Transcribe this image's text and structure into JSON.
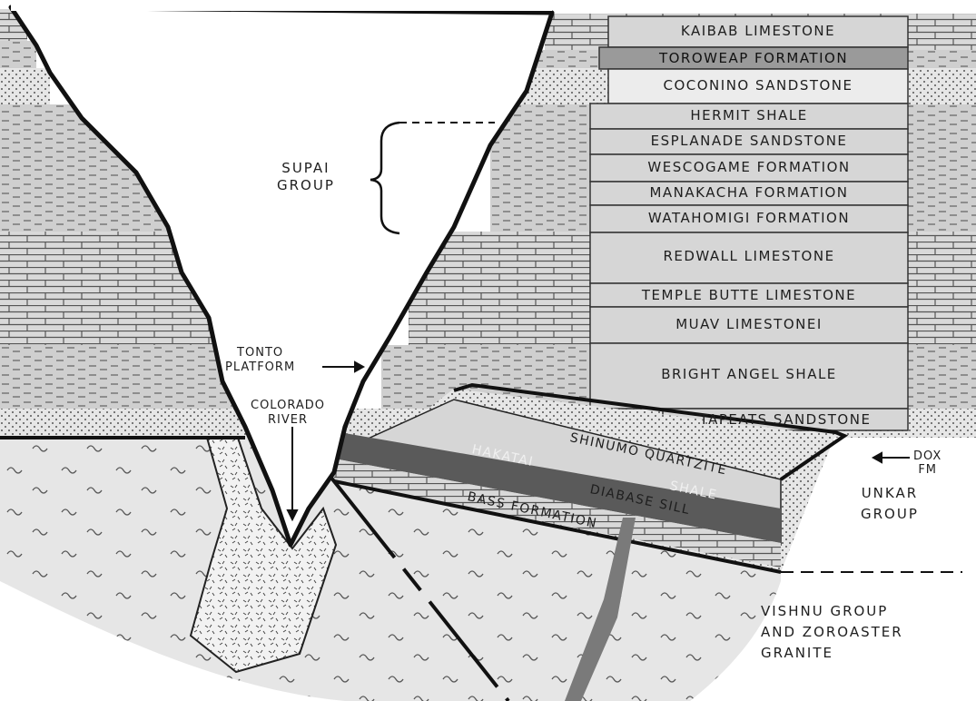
{
  "formations": {
    "kaibab": "KAIBAB LIMESTONE",
    "toroweap": "TOROWEAP FORMATION",
    "coconino": "COCONINO SANDSTONE",
    "hermit": "HERMIT SHALE",
    "esplanade": "ESPLANADE SANDSTONE",
    "wescogame": "WESCOGAME FORMATION",
    "manakacha": "MANAKACHA FORMATION",
    "watahomigi": "WATAHOMIGI FORMATION",
    "redwall": "REDWALL LIMESTONE",
    "temple_butte": "TEMPLE BUTTE LIMESTONE",
    "muav": "MUAV LIMESTONEI",
    "bright_angel": "BRIGHT ANGEL SHALE",
    "tapeats": "TAPEATS SANDSTONE",
    "shinumo": "SHINUMO QUARTZITE",
    "hakatai": "HAKATAI",
    "shale": "SHALE",
    "diabase": "DIABASE SILL",
    "bass": "BASS FORMATION"
  },
  "labels": {
    "supai": [
      "SUPAI",
      "GROUP"
    ],
    "tonto": [
      "TONTO",
      "PLATFORM"
    ],
    "colorado": [
      "COLORADO",
      "RIVER"
    ],
    "dox": [
      "DOX",
      "FM"
    ],
    "unkar": [
      "UNKAR",
      "GROUP"
    ],
    "vishnu": [
      "VISHNU GROUP",
      "AND ZOROASTER",
      "GRANITE"
    ]
  },
  "colors": {
    "ink": "#141414",
    "band_fill": "#d6d6d6",
    "band_light": "#ececec",
    "rock_texture": "#b9b9b9",
    "basement": "#e4e4e4",
    "dark_shale": "#5a5a5a",
    "sill": "#8c8c8c",
    "background": "#ffffff"
  }
}
